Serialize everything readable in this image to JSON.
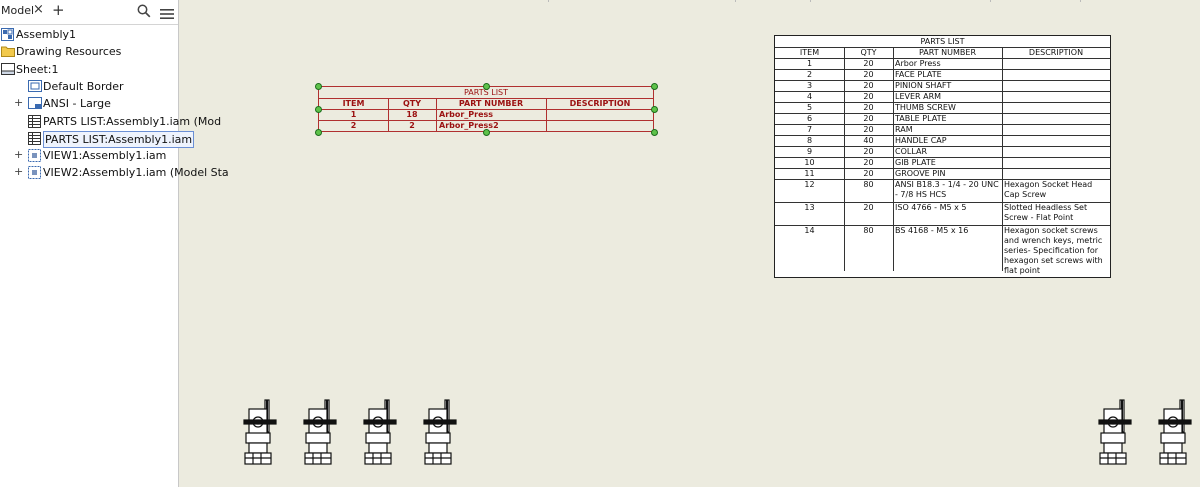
{
  "browser": {
    "tab_label": "Model",
    "close_glyph": "×",
    "add_glyph": "+",
    "search_icon": "search-icon",
    "menu_icon": "menu-icon",
    "tree": [
      {
        "label": "Assembly1",
        "icon": "assembly-icon",
        "indent": 0,
        "expander": ""
      },
      {
        "label": "Drawing Resources",
        "icon": "folder-icon",
        "indent": 0,
        "expander": "+"
      },
      {
        "label": "Sheet:1",
        "icon": "sheet-icon",
        "indent": 0,
        "expander": "−"
      },
      {
        "label": "Default Border",
        "icon": "border-icon",
        "indent": 1,
        "expander": ""
      },
      {
        "label": "ANSI - Large",
        "icon": "title-block-icon",
        "indent": 1,
        "expander": "+"
      },
      {
        "label": "PARTS LIST:Assembly1.iam (Mod",
        "icon": "parts-list-icon",
        "indent": 1,
        "expander": ""
      },
      {
        "label": "PARTS LIST:Assembly1.iam",
        "icon": "parts-list-icon",
        "indent": 1,
        "expander": "",
        "selected": true
      },
      {
        "label": "VIEW1:Assembly1.iam",
        "icon": "view-icon",
        "indent": 1,
        "expander": "+"
      },
      {
        "label": "VIEW2:Assembly1.iam (Model Sta",
        "icon": "view-icon",
        "indent": 1,
        "expander": "+"
      }
    ]
  },
  "selected_parts_list": {
    "title": "PARTS LIST",
    "headers": [
      "ITEM",
      "QTY",
      "PART NUMBER",
      "DESCRIPTION"
    ],
    "rows": [
      [
        "1",
        "18",
        "Arbor_Press",
        ""
      ],
      [
        "2",
        "2",
        "Arbor_Press2",
        ""
      ]
    ],
    "color": "#9b1111",
    "grip_color": "#5ec24a"
  },
  "parts_list": {
    "title": "PARTS LIST",
    "headers": [
      "ITEM",
      "QTY",
      "PART NUMBER",
      "DESCRIPTION"
    ],
    "rows": [
      [
        "1",
        "20",
        "Arbor Press",
        ""
      ],
      [
        "2",
        "20",
        "FACE PLATE",
        ""
      ],
      [
        "3",
        "20",
        "PINION SHAFT",
        ""
      ],
      [
        "4",
        "20",
        "LEVER ARM",
        ""
      ],
      [
        "5",
        "20",
        "THUMB SCREW",
        ""
      ],
      [
        "6",
        "20",
        "TABLE PLATE",
        ""
      ],
      [
        "7",
        "20",
        "RAM",
        ""
      ],
      [
        "8",
        "40",
        "HANDLE CAP",
        ""
      ],
      [
        "9",
        "20",
        "COLLAR",
        ""
      ],
      [
        "10",
        "20",
        "GIB PLATE",
        ""
      ],
      [
        "11",
        "20",
        "GROOVE PIN",
        ""
      ],
      [
        "12",
        "80",
        "ANSI B18.3 - 1/4 - 20 UNC - 7/8 HS HCS",
        "Hexagon Socket Head Cap Screw"
      ],
      [
        "13",
        "20",
        "ISO 4766 - M5 x 5",
        "Slotted Headless Set Screw - Flat Point"
      ],
      [
        "14",
        "80",
        "BS 4168 - M5 x 16",
        "Hexagon socket screws and wrench keys, metric series- Specification for hexagon set screws with flat point"
      ]
    ]
  },
  "canvas": {
    "background": "#ecebdf",
    "assembly_icon": "arbor-press-view-icon"
  }
}
